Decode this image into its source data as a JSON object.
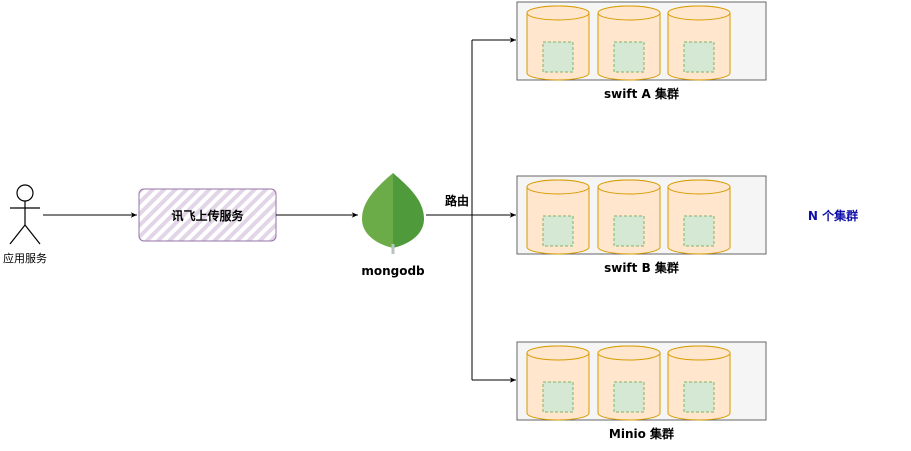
{
  "app_service": {
    "label": "应用服务"
  },
  "upload_service": {
    "label": "讯飞上传服务"
  },
  "database": {
    "label": "mongodb",
    "icon": "mongodb-leaf-icon"
  },
  "router": {
    "label": "路由"
  },
  "clusters": [
    {
      "label": "swift A 集群"
    },
    {
      "label": "swift B 集群"
    },
    {
      "label": "Minio 集群"
    }
  ],
  "n_clusters": {
    "label": "N 个集群"
  },
  "colors": {
    "cylinder_fill": "#ffe6cc",
    "cylinder_stroke": "#d79b00",
    "inner_fill": "#d5e8d4",
    "inner_stroke": "#82b366",
    "cluster_bg": "#f5f5f5",
    "cluster_stroke": "#666666",
    "upload_stroke": "#9673a6",
    "upload_hatch": "#e1d5e7",
    "mongo_light": "#6cac48",
    "mongo_dark": "#4f9a3b",
    "accent_text": "#1010a8"
  }
}
